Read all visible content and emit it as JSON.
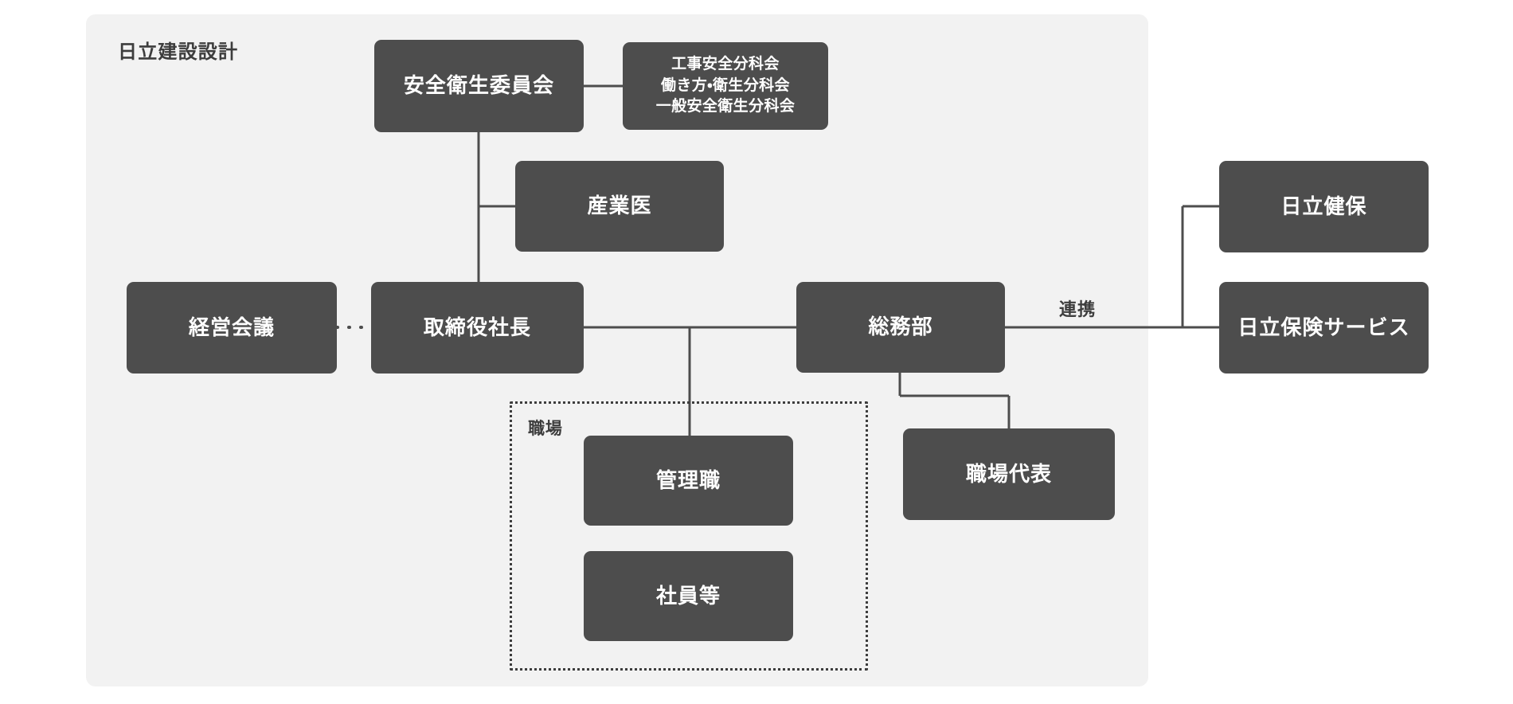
{
  "diagram": {
    "type": "organization-chart",
    "panel_title": "日立建設設計",
    "colors": {
      "page_background": "#ffffff",
      "panel_background": "#f2f2f2",
      "node_fill": "#4d4d4d",
      "node_text": "#ffffff",
      "connector": "#4d4d4d",
      "outside_text": "#3d3d3d"
    },
    "nodes": {
      "safety_committee": "安全衛生委員会",
      "subcommittees": "工事安全分科会\n働き方・衛生分科会\n一般安全衛生分科会",
      "subcommittee_lines": [
        "工事安全分科会",
        "働き方・衛生分科会",
        "一般安全衛生分科会"
      ],
      "occupational_physician": "産業医",
      "management_meeting": "経営会議",
      "president": "取締役社長",
      "general_affairs": "総務部",
      "workplace_representative": "職場代表",
      "managers": "管理職",
      "employees": "社員等",
      "hitachi_kenpo": "日立健保",
      "hitachi_insurance_service": "日立保険サービス"
    },
    "groups": {
      "workplace": "職場"
    },
    "edge_labels": {
      "cooperation": "連携"
    },
    "relations": [
      {
        "from": "安全衛生委員会",
        "to": "工事安全分科会／働き方・衛生分科会／一般安全衛生分科会",
        "style": "solid"
      },
      {
        "from": "安全衛生委員会",
        "to": "産業医",
        "style": "solid"
      },
      {
        "from": "安全衛生委員会",
        "to": "取締役社長",
        "style": "solid"
      },
      {
        "from": "経営会議",
        "to": "取締役社長",
        "style": "dotted"
      },
      {
        "from": "取締役社長",
        "to": "総務部",
        "style": "solid"
      },
      {
        "from": "取締役社長",
        "to": "管理職",
        "style": "solid"
      },
      {
        "from": "総務部",
        "to": "職場代表",
        "style": "solid"
      },
      {
        "from": "総務部",
        "to": "日立健保",
        "style": "solid",
        "label": "連携"
      },
      {
        "from": "総務部",
        "to": "日立保険サービス",
        "style": "solid",
        "label": "連携"
      }
    ]
  }
}
